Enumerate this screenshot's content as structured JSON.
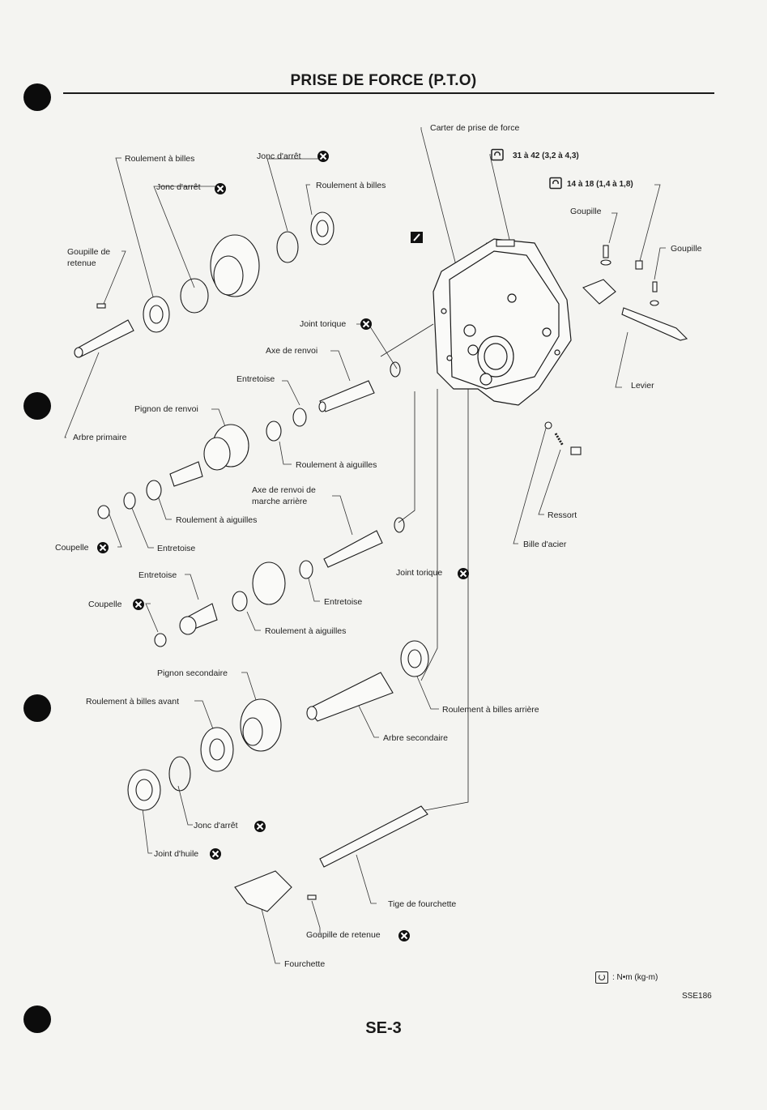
{
  "page": {
    "title": "PRISE DE FORCE (P.T.O)",
    "page_number": "SE-3",
    "figure_code": "SSE186",
    "legend_text": ": N•m (kg-m)"
  },
  "torques": {
    "t1": "31 à 42 (3,2 à 4,3)",
    "t2": "14 à 18 (1,4 à 1,8)"
  },
  "labels": {
    "carter": "Carter de prise de force",
    "roulement_billes_1": "Roulement à billes",
    "jonc_arret_1": "Jonc d'arrêt",
    "jonc_arret_2": "Jonc d'arrêt",
    "roulement_billes_2": "Roulement à billes",
    "goupille_1": "Goupille",
    "goupille_2": "Goupille",
    "goupille_retenue_1a": "Goupille de",
    "goupille_retenue_1b": "retenue",
    "joint_torique_1": "Joint torique",
    "axe_renvoi": "Axe de renvoi",
    "entretoise_1": "Entretoise",
    "pignon_renvoi": "Pignon de renvoi",
    "levier": "Levier",
    "arbre_primaire": "Arbre primaire",
    "roulement_aiguilles_1": "Roulement à aiguilles",
    "axe_marche_arriere_a": "Axe de renvoi de",
    "axe_marche_arriere_b": "marche arrière",
    "roulement_aiguilles_2": "Roulement à aiguilles",
    "ressort": "Ressort",
    "coupelle_1": "Coupelle",
    "entretoise_2": "Entretoise",
    "bille_acier": "Bille d'acier",
    "entretoise_3": "Entretoise",
    "joint_torique_2": "Joint torique",
    "coupelle_2": "Coupelle",
    "entretoise_4": "Entretoise",
    "roulement_aiguilles_3": "Roulement à aiguilles",
    "pignon_secondaire": "Pignon secondaire",
    "roulement_billes_avant": "Roulement à billes avant",
    "roulement_billes_arriere": "Roulement à billes arrière",
    "arbre_secondaire": "Arbre secondaire",
    "jonc_arret_3": "Jonc d'arrêt",
    "joint_huile": "Joint d'huile",
    "tige_fourchette": "Tige de fourchette",
    "goupille_retenue_2": "Goupille de retenue",
    "fourchette": "Fourchette"
  },
  "icons": {
    "replace": "replace-part-icon",
    "torque": "torque-wrench-icon",
    "sealant": "sealant-icon"
  }
}
